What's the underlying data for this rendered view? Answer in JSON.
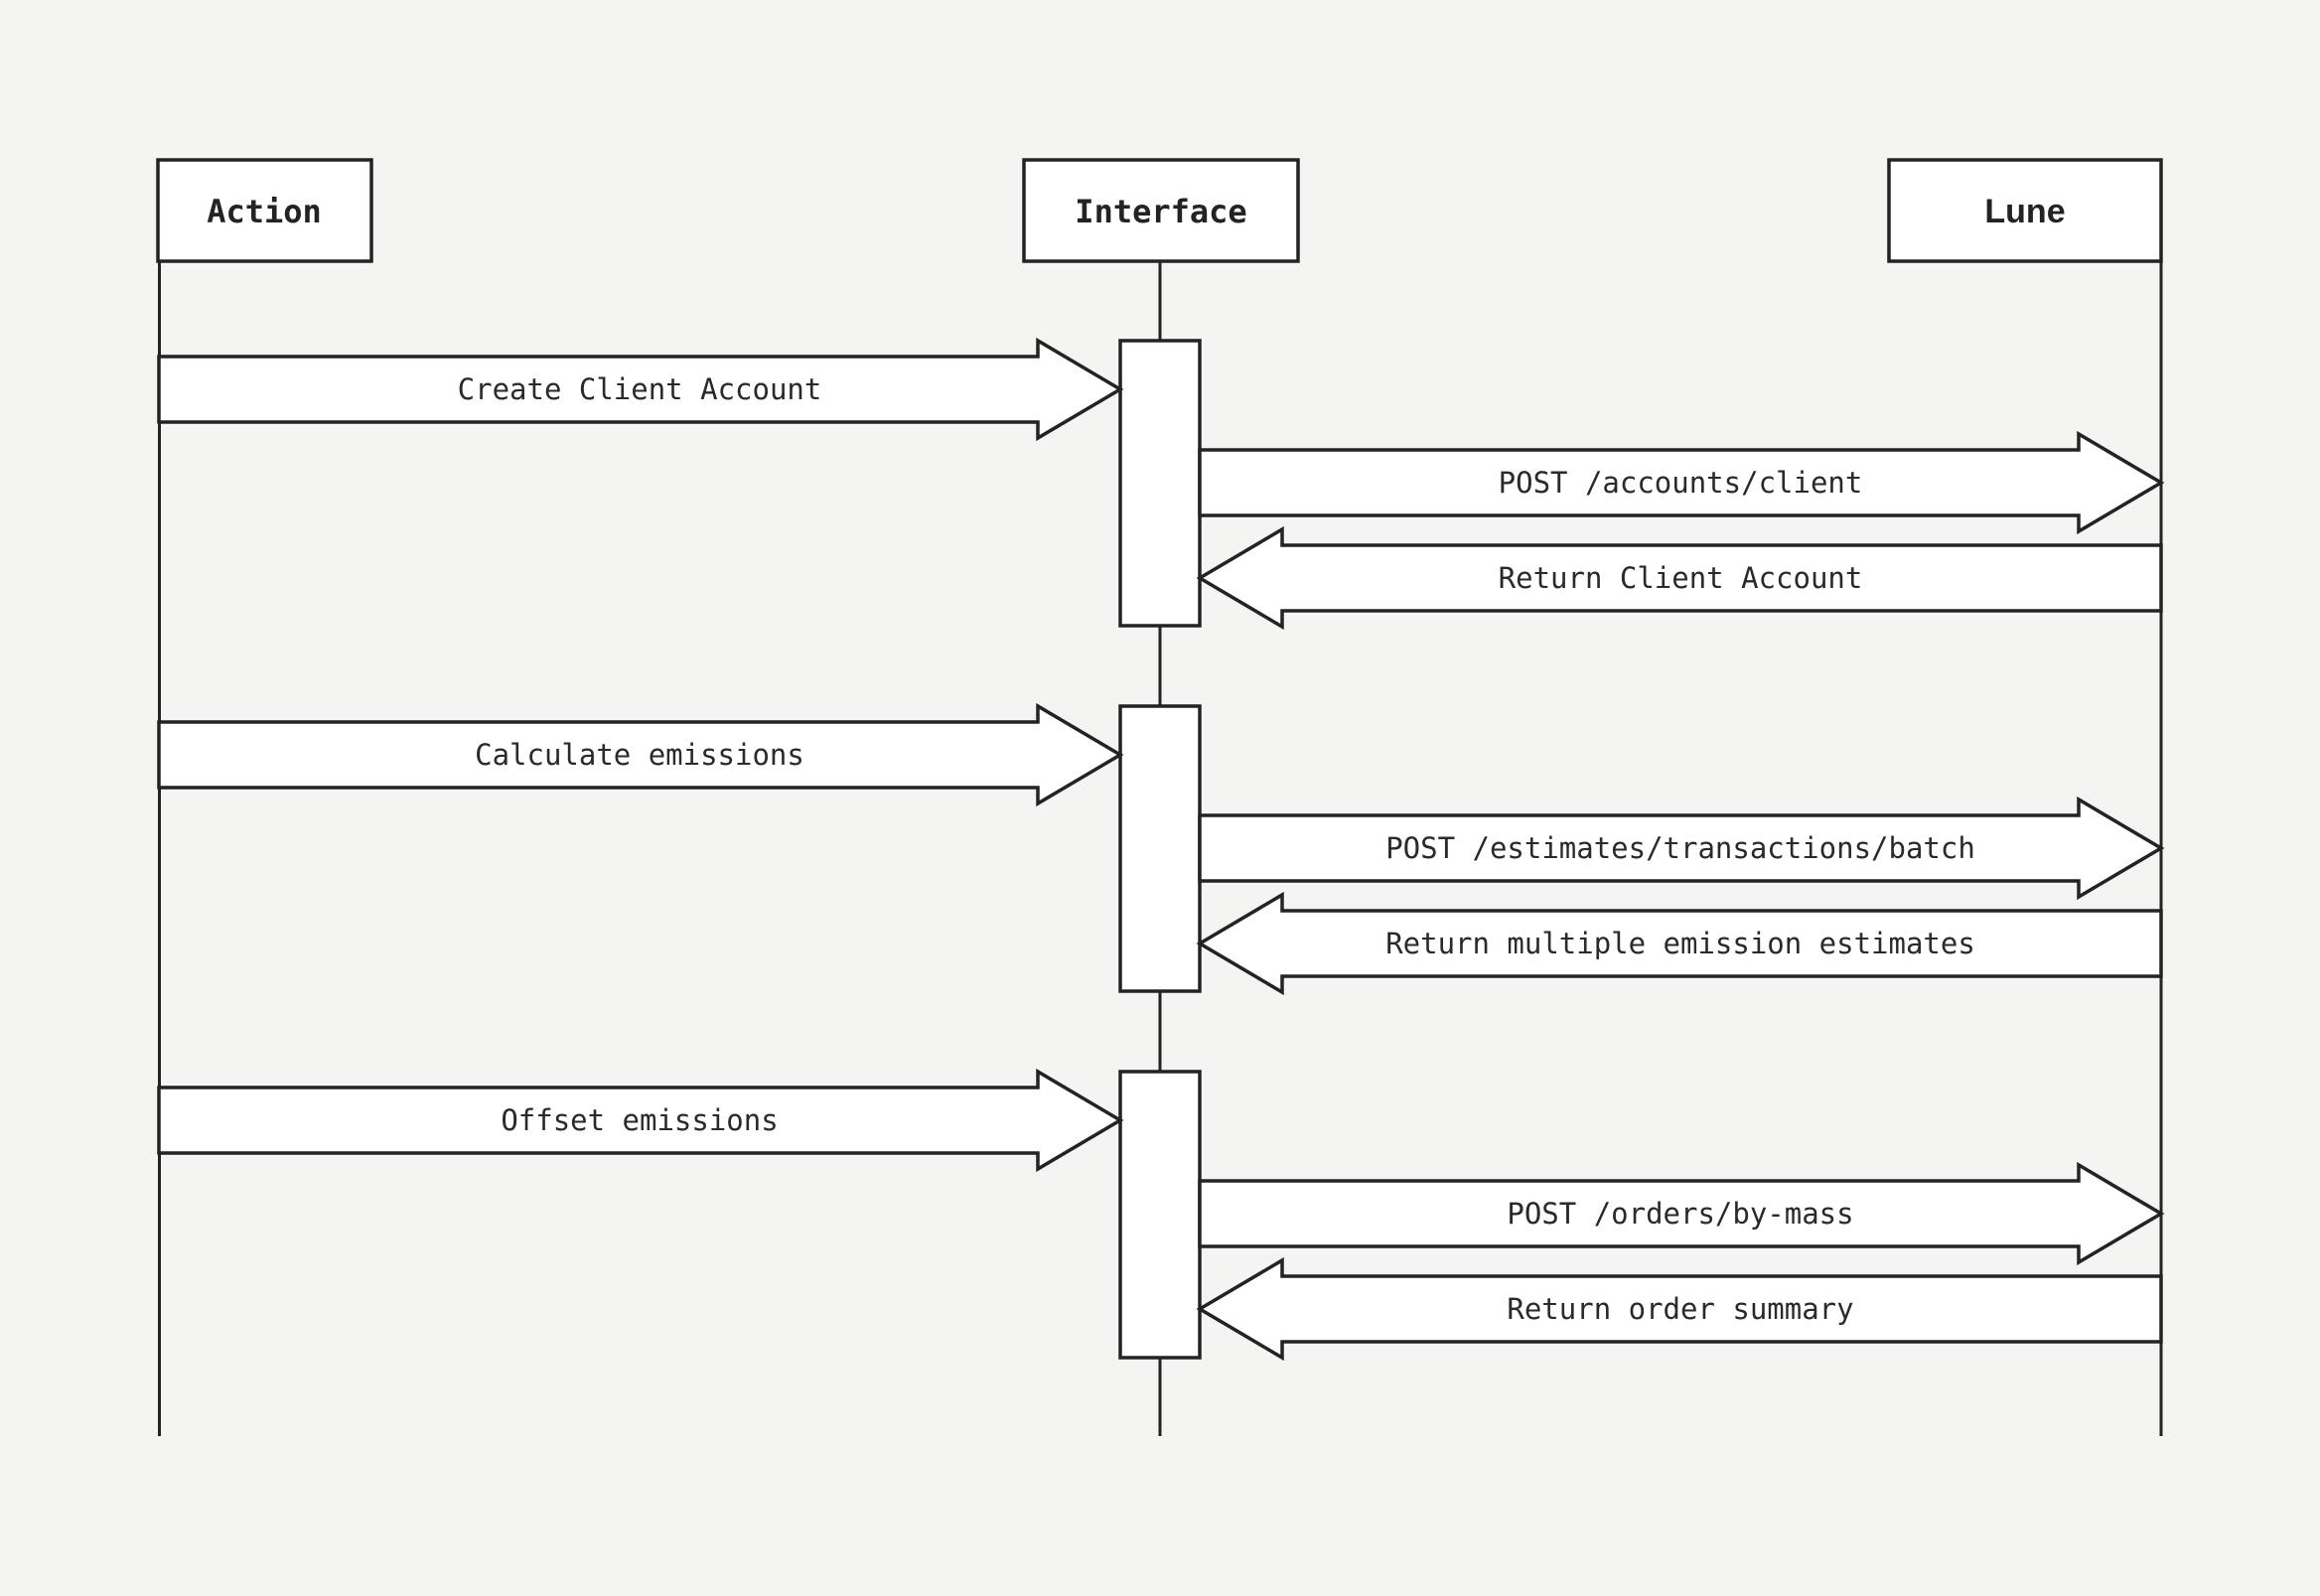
{
  "diagram": {
    "background_color": "#f4f4f3",
    "stroke_color": "#232323",
    "box_fill_color": "#ffffff",
    "text_color": "#2a2a2a",
    "actors": [
      {
        "id": "action",
        "label": "Action"
      },
      {
        "id": "interface",
        "label": "Interface"
      },
      {
        "id": "lune",
        "label": "Lune"
      }
    ],
    "interactions": [
      {
        "request": "Create Client Account",
        "api_call": "POST /accounts/client",
        "response": "Return Client Account"
      },
      {
        "request": "Calculate emissions",
        "api_call": "POST /estimates/transactions/batch",
        "response": "Return multiple emission estimates"
      },
      {
        "request": "Offset emissions",
        "api_call": "POST /orders/by-mass",
        "response": "Return order summary"
      }
    ]
  }
}
